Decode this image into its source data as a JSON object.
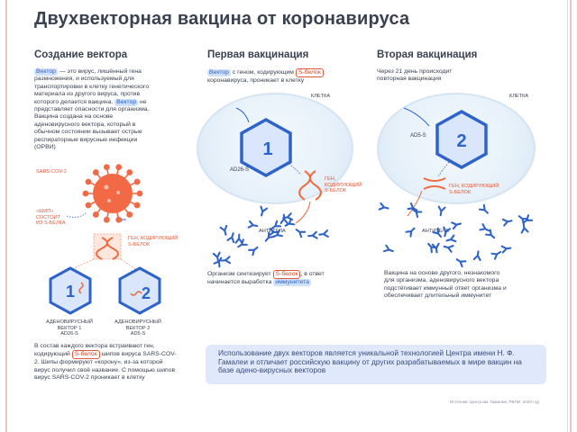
{
  "title": "Двухвекторная вакцина от коронавируса",
  "col1": {
    "heading": "Создание вектора",
    "para1": {
      "tag1": "Вектор",
      "text1": " — это вирус, лишённый гена размножения, и используемый для транспортировки в клетку генетического материала из другого вируса, против которого делается вакцина. ",
      "tag2": "Вектор",
      "text2": " не представляет опасности для организма. Вакцина создана на основе аденовирусного вектора, который в обычном состоянии вызывает острые респираторные вирусные инфекции (ОРВИ)"
    },
    "virus_label": "SARS-COV-2",
    "spike_label": [
      "«ШИП»",
      "СОСТОИТ",
      "ИЗ S-БЕЛКА"
    ],
    "gene_label": [
      "ГЕН, КОДИРУЮЩИЙ",
      "S-БЕЛОК"
    ],
    "vector1_number": "1",
    "vector2_number": "2",
    "vector1_label": [
      "АДЕНОВИРУСНЫЙ",
      "ВЕКТОР 1",
      "AD26-S"
    ],
    "vector2_label": [
      "АДЕНОВИРУСНЫЙ",
      "ВЕКТОР 2",
      "AD5-S"
    ],
    "para2": {
      "text1": "В состав каждого вектора встраивают ген, кодирующий ",
      "tag": "S-белок",
      "text2": " шипов вируса SARS-COV-2. Шипы формируют «корону», из-за которой вирус получил своё название. С помощью шипов вирус SARS-COV-2 проникает в клетку"
    }
  },
  "col2": {
    "heading": "Первая вакцинация",
    "intro": {
      "tag1": "Вектор",
      "text1": " с геном, кодирующим ",
      "tag2": "S-белок",
      "text2": " коронавируса, проникает в клетку"
    },
    "cell_label": "КЛЕТКА",
    "vector_number": "1",
    "vector_label": "AD26-S",
    "gene_label": [
      "ГЕН,",
      "КОДИРУЮЩИЙ",
      "S-БЕЛОК"
    ],
    "antibody_label": "АНТИТЕЛА",
    "outro": {
      "text1": "Организм синтезирует ",
      "tag1": "S-белок",
      "text2": ", в ответ начинается выработка ",
      "tag2": "иммунитета"
    }
  },
  "col3": {
    "heading": "Вторая вакцинация",
    "intro": "Через 21 день происходит повторная вакцинация",
    "cell_label": "КЛЕТКА",
    "vector_number": "2",
    "vector_label": "AD5-S",
    "gene_label": [
      "ГЕН, КОДИРУЮЩИЙ",
      "S-БЕЛОК"
    ],
    "antibody_label": "АНТИТЕЛА",
    "outro": "Вакцина на основе другого, незнакомого для организма, аденовирусного вектора подстёгивает иммунный ответ организма и обеспечивает длительный иммунитет"
  },
  "note": "Использование двух векторов является уникальной технологией Центра имени Н. Ф. Гамалеи и отличает российскую вакцину от других разрабатываемых в мире вакцин на базе адено-вирусных векторов",
  "source": "Источник: Центр им. Гамалеи, РВПИ, 2020 год",
  "colors": {
    "virus": "#f26a45",
    "vector_blue": "#2e63c9",
    "vector_light": "#d9e6fb",
    "gene": "#ef6a3e",
    "antibody": "#2f63c7",
    "note_bg": "#dfe9fb"
  }
}
